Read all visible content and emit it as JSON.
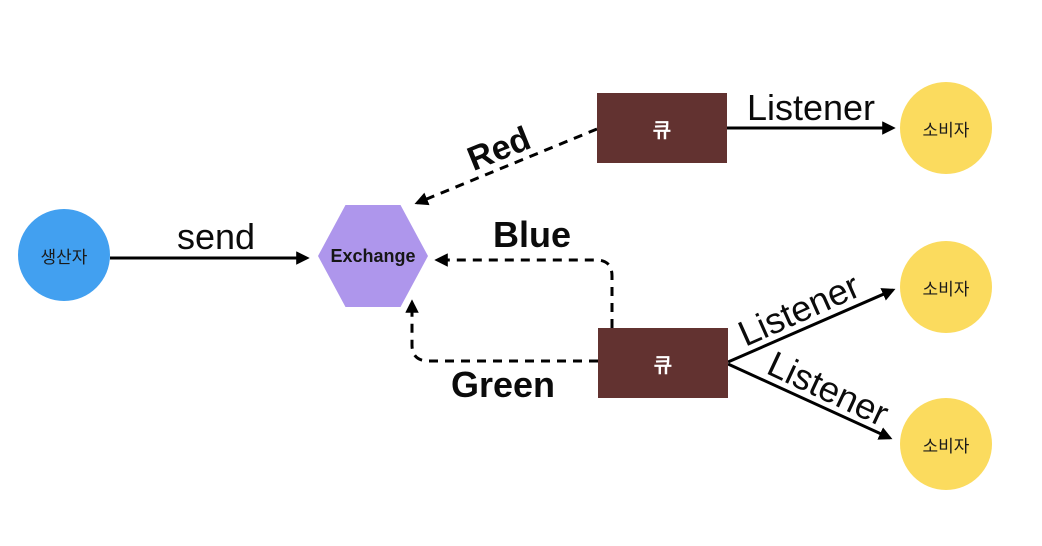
{
  "colors": {
    "background": "#FFFFFF",
    "producer": "#42A0F0",
    "exchange": "#AE96EC",
    "queue": "#623230",
    "queue_text": "#FFFFFF",
    "consumer": "#FBDB5E",
    "line": "#000000"
  },
  "nodes": {
    "producer": {
      "label": "생산자"
    },
    "exchange": {
      "label": "Exchange"
    },
    "queue_red": {
      "label": "큐"
    },
    "queue_shared": {
      "label": "큐"
    },
    "consumer_1": {
      "label": "소비자"
    },
    "consumer_2": {
      "label": "소비자"
    },
    "consumer_3": {
      "label": "소비자"
    }
  },
  "edges": {
    "send": {
      "label": "send",
      "style": "solid"
    },
    "red": {
      "label": "Red",
      "style": "dashed"
    },
    "blue": {
      "label": "Blue",
      "style": "dashed"
    },
    "green": {
      "label": "Green",
      "style": "dashed"
    },
    "listener_1": {
      "label": "Listener",
      "style": "solid"
    },
    "listener_2": {
      "label": "Listener",
      "style": "solid"
    },
    "listener_3": {
      "label": "Listener",
      "style": "solid"
    }
  }
}
